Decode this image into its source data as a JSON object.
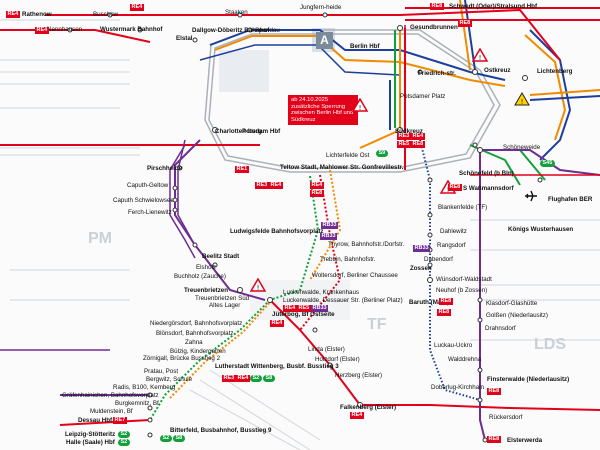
{
  "colors": {
    "re_red": "#e2001a",
    "rb_purple": "#6f2c91",
    "s_green": "#139f3b",
    "line_blue": "#1d3f9b",
    "line_orange": "#f08a00",
    "ring_grey": "#aab1b9",
    "warning_yellow": "#ffd200"
  },
  "zones": {
    "a": "A"
  },
  "ghost_labels": {
    "pm": "PM",
    "tf": "TF",
    "lds": "LDS"
  },
  "notice": "ab 24.10.2025 zusätzliche Sperrung zwischen Berlin Hbf und Südkreuz",
  "stations": {
    "rathenow": "Rathenow",
    "nennhausen": "Nennhausen",
    "buschow": "Buschow",
    "wustermark": "Wustermark Bahnhof",
    "elstal": "Elstal",
    "dallgow": "Dallgow-Döberitz Bahnhof",
    "staaken": "Staaken",
    "spandau": "Spandau",
    "jungfernheide": "Jungfern-heide",
    "berlin_hbf": "Berlin Hbf",
    "gesundbrunnen": "Gesundbrunnen",
    "friedrichstr": "Friedrich-str.",
    "ostkreuz": "Ostkreuz",
    "lichtenberg": "Lichtenberg",
    "potsdamer_platz": "Potsdamer Platz",
    "suedkreuz": "Südkreuz",
    "schoeneweide": "Schöneweide",
    "charlottenburg": "Charlotten-burg",
    "potsdam_hbf": "Potsdam Hbf",
    "lichterfelde": "Lichterfelde Ost",
    "teltow": "Teltow Stadt, Mahlower Str. Gonfrevillestr.",
    "pirschheide": "Pirschheide",
    "caputh_geltow": "Caputh-Geltow",
    "caputh_schwielowsee": "Caputh Schwielowsee",
    "ferch": "Ferch-Lienewitz",
    "ludwigsfelde": "Ludwigsfelde Bahnhofsvorplatz",
    "thyrow": "Thyrow, Bahnhofstr./Dorfstr.",
    "trebbin": "Trebbin, Bahnhofstr.",
    "woltersdorf": "Woltersdorf, Berliner Chaussee",
    "luckenwalde_kh": "Luckenwalde, Krankenhaus",
    "luckenwalde": "Luckenwalde, Dessauer Str. (Berliner Platz)",
    "jueterbog": "Jüterbog, Bf Ostseite",
    "beelitz": "Beelitz Stadt",
    "elsholz": "Elsholz",
    "buchholz": "Buchholz (Zauche)",
    "treuenbrietzen": "Treuenbrietzen",
    "treuenbrietzen_sued": "Treuenbrietzen Süd",
    "altes_lager": "Altes Lager",
    "niedergoersdorf": "Niedergörsdorf, Bahnhofsvorplatz",
    "bloensdorf": "Blönsdorf, Bahnhofsvorplatz",
    "zahna": "Zahna",
    "buelzig": "Bülzig, Kindergarten",
    "zoernigall": "Zörnigall, Brücke Busstieg 2",
    "lutherstadt": "Lutherstadt Wittenberg, Busbf. Busstieg 3",
    "pratau": "Pratau, Post",
    "bergwitz": "Bergwitz, Schule",
    "radis": "Radis, B100, Kemberg",
    "graefenhainichen": "Gräfenhainichen, Bahnhofsvorplatz",
    "burgkemnitz": "Burgkemnitz, Bf",
    "muldenstein": "Muldenstein, Bf",
    "bitterfeld": "Bitterfeld, Busbahnhof, Busstieg 9",
    "dessau": "Dessau Hbf",
    "leipzig": "Leipzig-Stötteritz",
    "halle": "Halle (Saale) Hbf",
    "linda": "Linda (Elster)",
    "holzdorf": "Holzdorf (Elster)",
    "herzberg": "Herzberg (Elster)",
    "falkenberg": "Falkenberg (Elster)",
    "schoenefeld": "Schönefeld (b Bln)",
    "wassmannsdorf": "S Waßmannsdorf",
    "flughafen": "Flughafen BER",
    "koenigs_wusterhausen": "Königs Wusterhausen",
    "blankenfelde": "Blankenfelde (TF)",
    "dahlewitz": "Dahlewitz",
    "rangsdorf": "Rangsdorf",
    "dabendorf": "Dabendorf",
    "zossen": "Zossen",
    "wuensdorf": "Wünsdorf-Waldstadt",
    "neuhof": "Neuhof (b Zossen)",
    "baruth": "Baruth (Mark)",
    "klasdorf": "Klasdorf-Glashütte",
    "golssen": "Golßen (Niederlausitz)",
    "uckro": "Luckau-Uckro",
    "walddrehna": "Walddrehna",
    "drahnsdorf": "Drahnsdorf",
    "doberlug": "Doberlug-Kirchhain",
    "finsterwalde": "Finsterwalde (Niederlausitz)",
    "rueckersdorf": "Rückersdorf",
    "elsterwerda": "Elsterwerda",
    "schwedt": "Schwedt (Oder)/Stralsund Hbf"
  },
  "line_labels": {
    "re1": "RE1",
    "re3": "RE3",
    "re4": "RE4",
    "re5": "RE5",
    "re7": "RE7",
    "re8": "RE8",
    "rb33": "RB33",
    "s2": "S2",
    "s8": "S8",
    "s9": "S9",
    "s45": "S45"
  }
}
